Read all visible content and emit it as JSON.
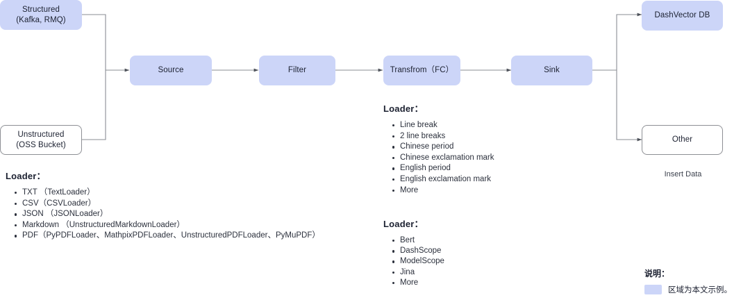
{
  "diagram": {
    "sources": [
      {
        "id": "structured",
        "label": "Structured\n(Kafka, RMQ)",
        "style": "filled"
      },
      {
        "id": "unstructured",
        "label": "Unstructured\n(OSS Bucket)",
        "style": "outlined"
      }
    ],
    "pipeline": [
      {
        "id": "source",
        "label": "Source",
        "style": "filled"
      },
      {
        "id": "filter",
        "label": "Filter",
        "style": "filled"
      },
      {
        "id": "transform",
        "label": "Transfrom（FC）",
        "style": "filled"
      },
      {
        "id": "sink",
        "label": "Sink",
        "style": "filled"
      }
    ],
    "sinks": [
      {
        "id": "dashvector",
        "label": "DashVector DB",
        "style": "filled"
      },
      {
        "id": "other",
        "label": "Other",
        "style": "outlined"
      }
    ],
    "annotations": [
      {
        "id": "insert-data",
        "text": "Insert Data"
      }
    ]
  },
  "loaders": {
    "file_loader": {
      "title": "Loader：",
      "items": [
        "TXT （TextLoader）",
        "CSV（CSVLoader）",
        "JSON （JSONLoader）",
        "Markdown （UnstructuredMarkdownLoader）",
        "PDF（PyPDFLoader、MathpixPDFLoader、UnstructuredPDFLoader、PyMuPDF）"
      ]
    },
    "split_loader": {
      "title": "Loader：",
      "items": [
        "Line break",
        "2 line breaks",
        "Chinese period",
        "Chinese exclamation mark",
        "English period",
        "English exclamation mark",
        "More"
      ]
    },
    "embed_loader": {
      "title": "Loader：",
      "items": [
        "Bert",
        "DashScope",
        "ModelScope",
        "Jina",
        "More"
      ]
    }
  },
  "legend": {
    "title": "说明：",
    "text": "区域为本文示例。",
    "swatch_color": "#ccd5f8"
  }
}
